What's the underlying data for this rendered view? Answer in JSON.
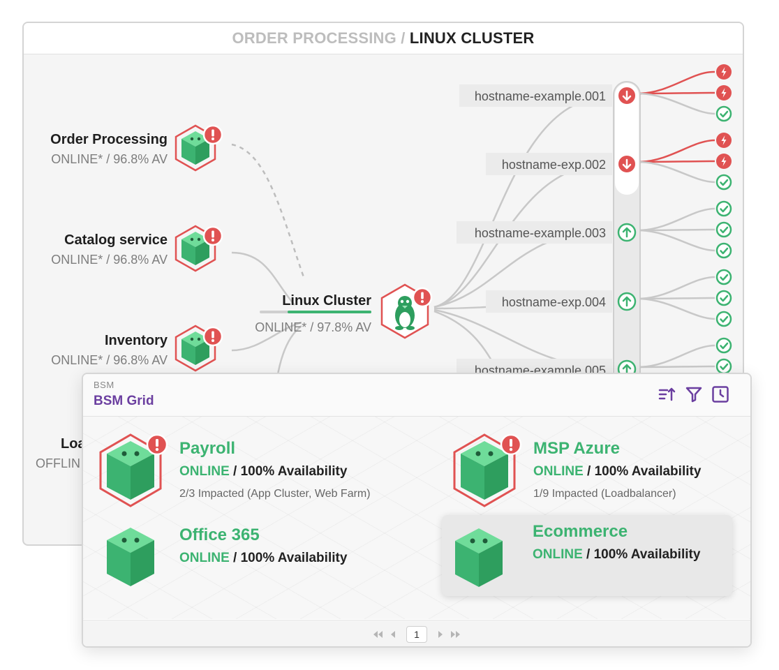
{
  "breadcrumb": {
    "parent": "ORDER PROCESSING",
    "separator": " / ",
    "current": "LINUX CLUSTER"
  },
  "topology": {
    "services": [
      {
        "name": "Order Processing",
        "status": "ONLINE* / 96.8% AV"
      },
      {
        "name": "Catalog service",
        "status": "ONLINE* / 96.8% AV"
      },
      {
        "name": "Inventory",
        "status": "ONLINE* / 96.8% AV"
      },
      {
        "name": "Loa",
        "status": "OFFLIN"
      }
    ],
    "cluster": {
      "name": "Linux Cluster",
      "status": "ONLINE* / 97.8% AV",
      "availability": 0.978
    },
    "hosts": [
      {
        "label": "hostname-example.001",
        "state": "down",
        "children": [
          "alert",
          "alert",
          "ok"
        ]
      },
      {
        "label": "hostname-exp.002",
        "state": "down",
        "children": [
          "alert",
          "alert",
          "ok"
        ]
      },
      {
        "label": "hostname-example.003",
        "state": "up",
        "children": [
          "ok",
          "ok",
          "ok"
        ]
      },
      {
        "label": "hostname-exp.004",
        "state": "up",
        "children": [
          "ok",
          "ok",
          "ok"
        ]
      },
      {
        "label": "hostname-example.005",
        "state": "up",
        "children": [
          "ok",
          "ok"
        ]
      }
    ]
  },
  "bsm": {
    "subtitle": "BSM",
    "title": "BSM Grid",
    "tools": [
      "sort-icon",
      "filter-icon",
      "clock-icon"
    ],
    "cards": [
      {
        "name": "Payroll",
        "online": "ONLINE",
        "availability": " / 100% Availability",
        "impact": "2/3 Impacted (App Cluster, Web Farm)",
        "alert": true
      },
      {
        "name": "MSP Azure",
        "online": "ONLINE",
        "availability": " / 100% Availability",
        "impact": "1/9 Impacted (Loadbalancer)",
        "alert": true
      },
      {
        "name": "Office 365",
        "online": "ONLINE",
        "availability": " / 100% Availability",
        "impact": "",
        "alert": false
      },
      {
        "name": "Ecommerce",
        "online": "ONLINE",
        "availability": " / 100% Availability",
        "impact": "",
        "alert": false,
        "selected": true
      }
    ],
    "pager": {
      "page": "1"
    }
  },
  "colors": {
    "green": "#3cb371",
    "red": "#e05252",
    "purple": "#6b3fa0",
    "gray_line": "#c8c8c8"
  }
}
